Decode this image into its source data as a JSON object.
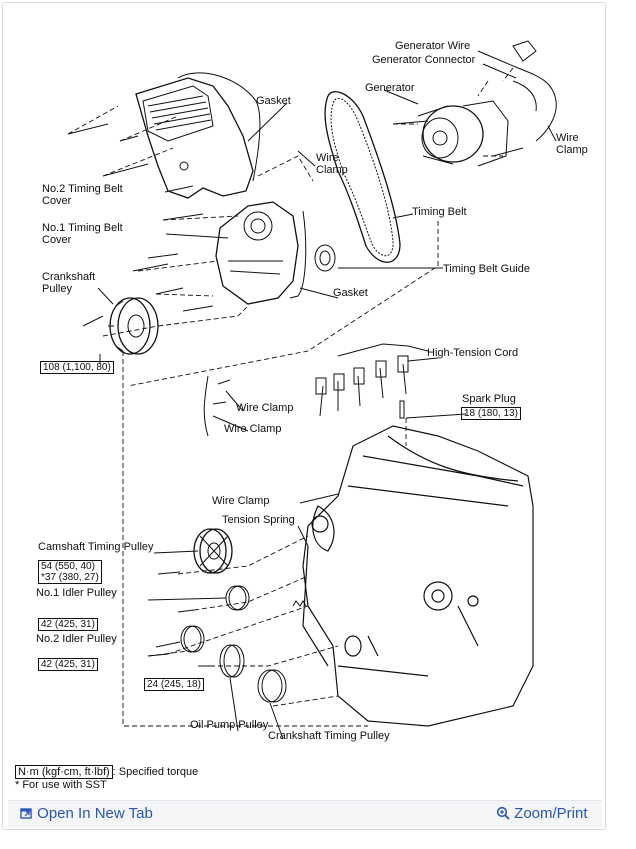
{
  "labels": {
    "generator_wire": "Generator Wire",
    "generator_connector": "Generator Connector",
    "generator": "Generator",
    "gasket_top": "Gasket",
    "wire_clamp_top": "Wire\nClamp",
    "wire_clamp_right": "Wire\nClamp",
    "no2_cover": "No.2 Timing Belt\nCover",
    "no1_cover": "No.1 Timing Belt\nCover",
    "timing_belt": "Timing Belt",
    "timing_belt_guide": "Timing Belt Guide",
    "crankshaft_pulley": "Crankshaft\nPulley",
    "gasket_mid": "Gasket",
    "high_tension_cord": "High-Tension Cord",
    "spark_plug": "Spark Plug",
    "wire_clamp_a": "Wire Clamp",
    "wire_clamp_b": "Wire Clamp",
    "wire_clamp_c": "Wire Clamp",
    "tension_spring": "Tension Spring",
    "camshaft_timing_pulley": "Camshaft Timing Pulley",
    "no1_idler_pulley": "No.1 Idler Pulley",
    "no2_idler_pulley": "No.2 Idler Pulley",
    "oil_pump_pulley": "Oil Pump Pulley",
    "crankshaft_timing_pulley": "Crankshaft Timing Pulley"
  },
  "torques": {
    "crank_pulley_bolt": "108 (1,100, 80)",
    "spark_plug": "18 (180, 13)",
    "cam_pulley_a": "54 (550, 40)",
    "cam_pulley_b": "*37 (380, 27)",
    "idler1_bolt": "42 (425, 31)",
    "idler2_bolt": "42 (425, 31)",
    "oil_pump_bolt": "24 (245, 18)"
  },
  "legend": {
    "unit": "N·m (kgf·cm, ft·lbf)",
    "unit_desc": ": Specified torque",
    "sst_note": "* For use with SST"
  },
  "footer": {
    "open_tab": "Open In New Tab",
    "zoom_print": "Zoom/Print"
  },
  "colors": {
    "link": "#2a56b5",
    "footer_bg": "#f4f5f7",
    "line": "#111111"
  }
}
